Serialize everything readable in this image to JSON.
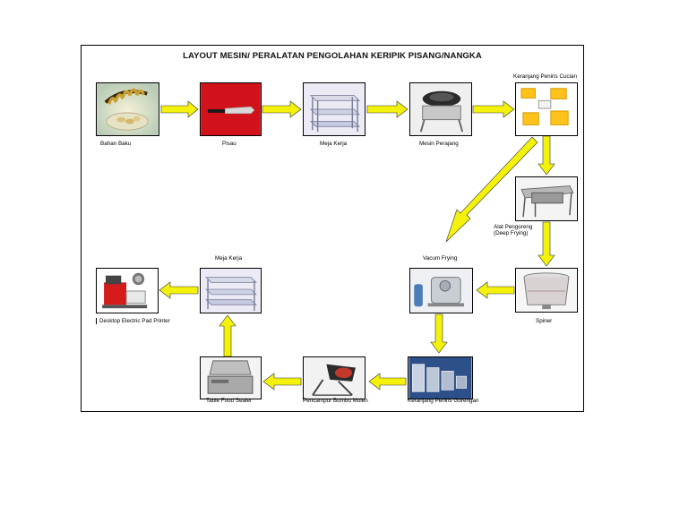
{
  "diagram": {
    "title": "LAYOUT MESIN/ PERALATAN PENGOLAHAN  KERIPIK PISANG/NANGKA",
    "arrow_color": "#f4f20a",
    "nodes": [
      {
        "id": "bahan-baku",
        "label": "Bahan Baku"
      },
      {
        "id": "pisau",
        "label": "Pisau"
      },
      {
        "id": "meja-kerja-1",
        "label": "Meja Kerja"
      },
      {
        "id": "mesin-perajang",
        "label": "Mesin Perajang"
      },
      {
        "id": "keranjang-peniris-cucian",
        "label": "Keranjang Peniris Cucian"
      },
      {
        "id": "alat-pengoreng",
        "label": "Alat Pengoreng",
        "label2": "(Deep Frying)"
      },
      {
        "id": "spiner",
        "label": "Spiner"
      },
      {
        "id": "vacum-frying",
        "label": "Vacum Frying"
      },
      {
        "id": "keranjang-peniris-gorengan",
        "label": "Keranjang Peniris Gorengan"
      },
      {
        "id": "pencampur-bumbu",
        "label": "Pencampur Bumbu Molen"
      },
      {
        "id": "table-food-sealer",
        "label": "Table Food Sealer"
      },
      {
        "id": "meja-kerja-2",
        "label": "Meja Kerja"
      },
      {
        "id": "desktop-printer",
        "label": "Desktop Electric Pad Printer"
      }
    ]
  }
}
